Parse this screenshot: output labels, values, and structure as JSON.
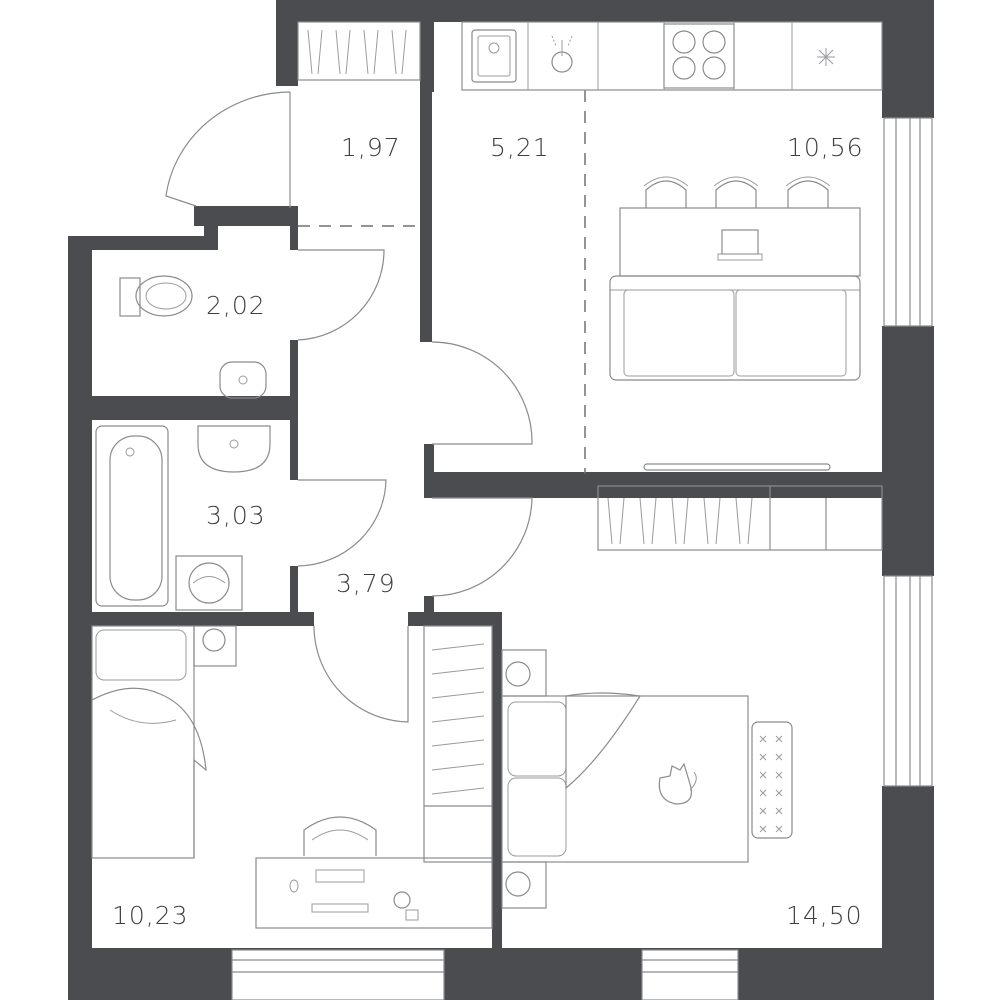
{
  "rooms": [
    {
      "id": "hall",
      "area": "1,97"
    },
    {
      "id": "kitchen",
      "area": "5,21"
    },
    {
      "id": "living",
      "area": "10,56"
    },
    {
      "id": "wc",
      "area": "2,02"
    },
    {
      "id": "bath",
      "area": "3,03"
    },
    {
      "id": "corridor",
      "area": "3,79"
    },
    {
      "id": "bedroom-small",
      "area": "10,23"
    },
    {
      "id": "bedroom-large",
      "area": "14,50"
    }
  ],
  "colors": {
    "wall": "#4b4c50",
    "furniture_line": "#8a8b8f",
    "label": "#3d3e42",
    "background": "#ffffff"
  }
}
